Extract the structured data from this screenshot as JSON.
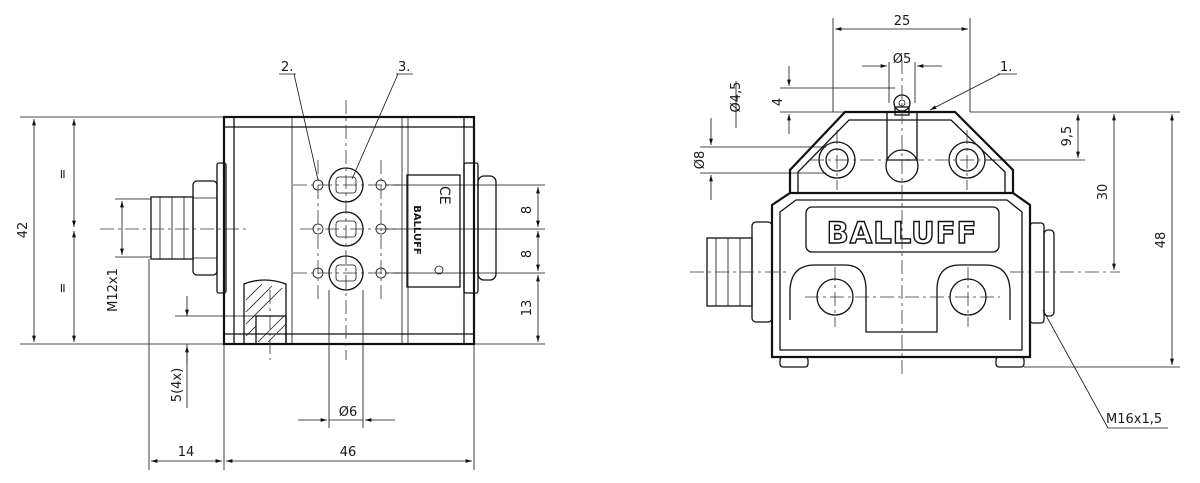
{
  "brand": "BALLUFF",
  "left_view": {
    "callouts": [
      "2.",
      "3."
    ],
    "dims": {
      "height_overall": "42",
      "equal_top": "=",
      "equal_bottom": "=",
      "thread": "M12x1",
      "hole_count": "5(4x)",
      "spacing_a": "8",
      "spacing_b": "8",
      "bottom_offset": "13",
      "bore_diameter": "Ø6",
      "connector_length": "14",
      "body_width": "46"
    }
  },
  "right_view": {
    "callouts": [
      "1."
    ],
    "dims": {
      "top_width": "25",
      "roller_diameter": "Ø5",
      "plunger_diameter": "Ø4,5",
      "plunger_height": "4",
      "mount_hole": "Ø8",
      "offset_top": "9,5",
      "height_30": "30",
      "height_48": "48",
      "thread": "M16x1,5"
    }
  }
}
